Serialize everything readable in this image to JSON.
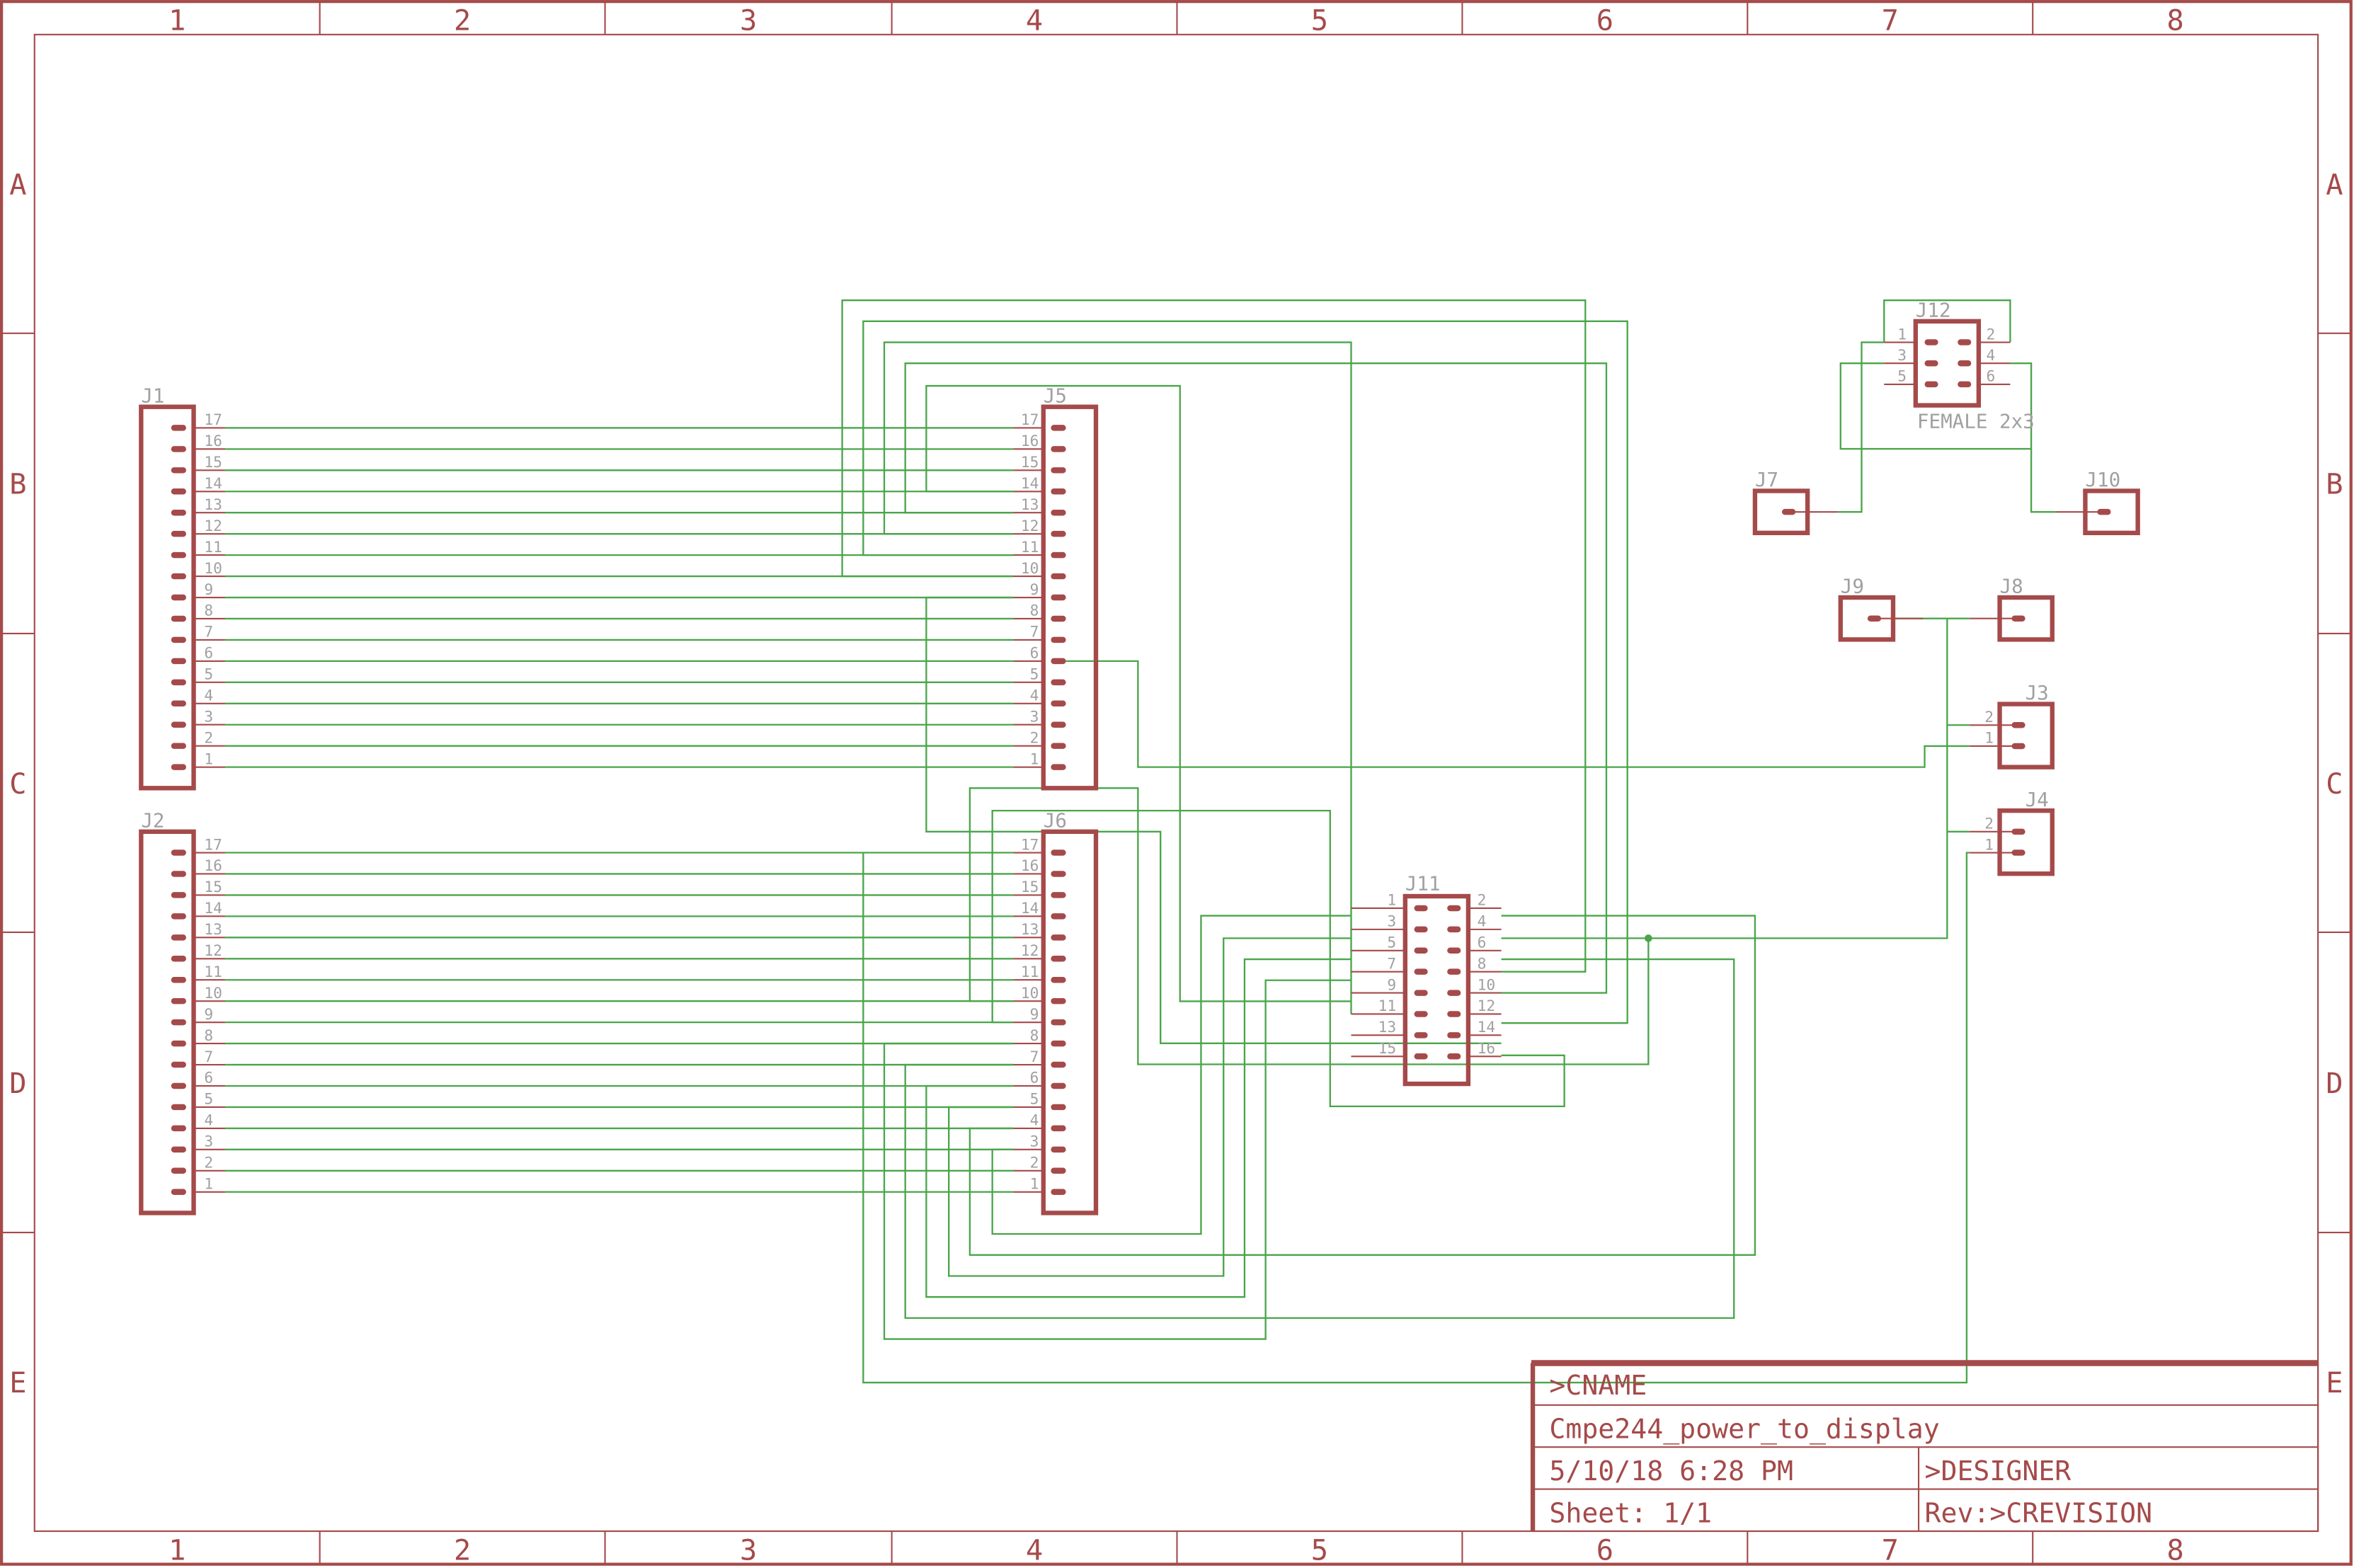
{
  "frame": {
    "columns": [
      "1",
      "2",
      "3",
      "4",
      "5",
      "6",
      "7",
      "8"
    ],
    "rows": [
      "A",
      "B",
      "C",
      "D",
      "E"
    ]
  },
  "title_block": {
    "cname": ">CNAME",
    "title": "Cmpe244_power_to_display",
    "date": "5/10/18 6:28 PM",
    "designer": ">DESIGNER",
    "sheet": "Sheet: 1/1",
    "revision": "Rev:>CREVISION"
  },
  "parts": {
    "J1": "J1",
    "J2": "J2",
    "J3": "J3",
    "J4": "J4",
    "J5": "J5",
    "J6": "J6",
    "J7": "J7",
    "J8": "J8",
    "J9": "J9",
    "J10": "J10",
    "J11": "J11",
    "J12": "J12",
    "J12_value": "FEMALE 2x3"
  },
  "pins": {
    "header17": [
      "1",
      "2",
      "3",
      "4",
      "5",
      "6",
      "7",
      "8",
      "9",
      "10",
      "11",
      "12",
      "13",
      "14",
      "15",
      "16",
      "17"
    ],
    "j11_left": [
      "1",
      "3",
      "5",
      "7",
      "9",
      "11",
      "13",
      "15"
    ],
    "j11_right": [
      "2",
      "4",
      "6",
      "8",
      "10",
      "12",
      "14",
      "16"
    ],
    "j12_left": [
      "1",
      "3",
      "5"
    ],
    "j12_right": [
      "2",
      "4",
      "6"
    ],
    "two_pin": [
      "1",
      "2"
    ]
  },
  "colors": {
    "part": "#a54a4a",
    "wire": "#4aa54a",
    "label": "#a0a0a0"
  }
}
